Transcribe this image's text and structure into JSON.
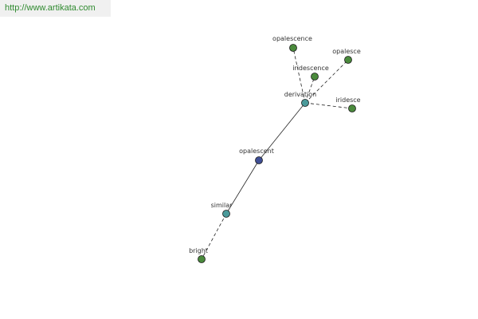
{
  "watermark": {
    "text": "http://www.artikata.com"
  },
  "graph": {
    "node_colors": {
      "center": "#3f4f95",
      "hub": "#4a9a9a",
      "leaf": "#4a8a3c"
    },
    "nodes": [
      {
        "id": "opalescent",
        "label": "opalescent",
        "kind": "center"
      },
      {
        "id": "similar",
        "label": "similar",
        "kind": "hub"
      },
      {
        "id": "derivation",
        "label": "derivation",
        "kind": "hub"
      },
      {
        "id": "bright",
        "label": "bright",
        "kind": "leaf"
      },
      {
        "id": "opalescence",
        "label": "opalescence",
        "kind": "leaf"
      },
      {
        "id": "opalesce",
        "label": "opalesce",
        "kind": "leaf"
      },
      {
        "id": "iridescence",
        "label": "iridescence",
        "kind": "leaf"
      },
      {
        "id": "iridesce",
        "label": "iridesce",
        "kind": "leaf"
      }
    ],
    "edges": [
      {
        "from": "opalescent",
        "to": "similar",
        "style": "solid"
      },
      {
        "from": "opalescent",
        "to": "derivation",
        "style": "solid"
      },
      {
        "from": "similar",
        "to": "bright",
        "style": "dashed"
      },
      {
        "from": "derivation",
        "to": "opalescence",
        "style": "dashed"
      },
      {
        "from": "derivation",
        "to": "opalesce",
        "style": "dashed"
      },
      {
        "from": "derivation",
        "to": "iridescence",
        "style": "dashed"
      },
      {
        "from": "derivation",
        "to": "iridesce",
        "style": "dashed"
      }
    ]
  }
}
